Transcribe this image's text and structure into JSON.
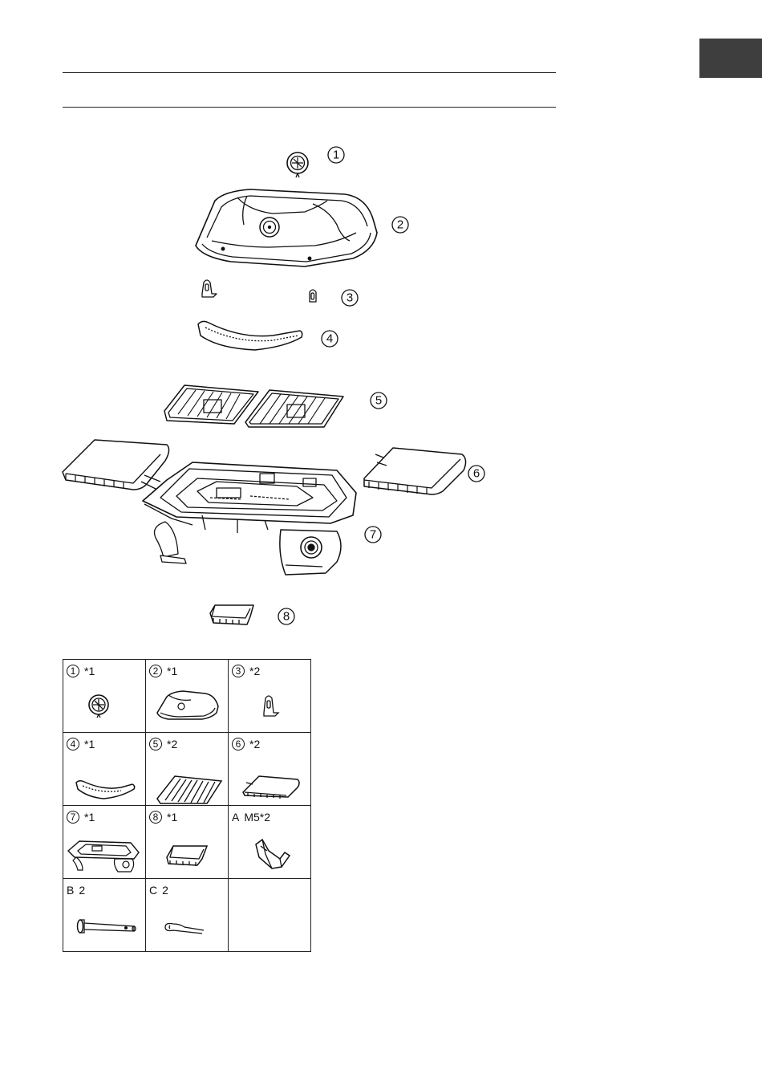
{
  "callouts": [
    "1",
    "2",
    "3",
    "4",
    "5",
    "6",
    "7",
    "8"
  ],
  "parts": [
    {
      "circle": "1",
      "letter": "",
      "qty": "*1",
      "icon": "thermometer-icon"
    },
    {
      "circle": "2",
      "letter": "",
      "qty": "*1",
      "icon": "lid-icon"
    },
    {
      "circle": "3",
      "letter": "",
      "qty": "*2",
      "icon": "lid-bracket-icon"
    },
    {
      "circle": "4",
      "letter": "",
      "qty": "*1",
      "icon": "handle-icon"
    },
    {
      "circle": "5",
      "letter": "",
      "qty": "*2",
      "icon": "grill-grate-icon"
    },
    {
      "circle": "6",
      "letter": "",
      "qty": "*2",
      "icon": "side-table-icon"
    },
    {
      "circle": "7",
      "letter": "",
      "qty": "*1",
      "icon": "grill-body-icon"
    },
    {
      "circle": "8",
      "letter": "",
      "qty": "*1",
      "icon": "grease-tray-icon"
    },
    {
      "circle": "",
      "letter": "A",
      "qty": "M5*2",
      "icon": "bracket-screw-icon"
    },
    {
      "circle": "",
      "letter": "B",
      "qty": "2",
      "icon": "pin-icon"
    },
    {
      "circle": "",
      "letter": "C",
      "qty": "2",
      "icon": "clip-icon"
    }
  ],
  "colors": {
    "tab": "#3e3e3e",
    "line": "#222222"
  }
}
